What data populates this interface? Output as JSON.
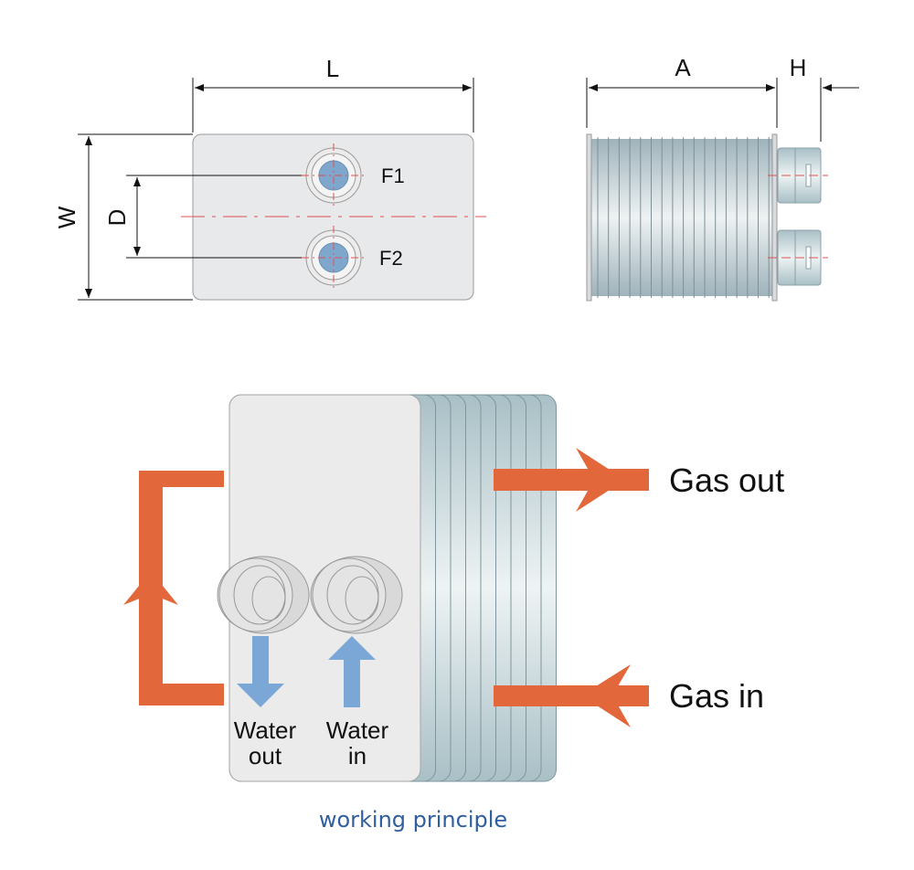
{
  "top_view": {
    "dim_length": "L",
    "dim_width": "W",
    "dim_port_spacing": "D",
    "port_1": "F1",
    "port_2": "F2"
  },
  "side_view": {
    "dim_body": "A",
    "dim_connector": "H"
  },
  "working_diagram": {
    "gas_out": "Gas out",
    "gas_in": "Gas in",
    "water_out_line1": "Water",
    "water_out_line2": "out",
    "water_in_line1": "Water",
    "water_in_line2": "in"
  },
  "caption": "working principle",
  "colors": {
    "gas_arrow": "#e2683c",
    "water_arrow": "#7aa7d6",
    "port_fill": "#7fa6cc",
    "caption": "#2f5f9e",
    "centerline": "#e05050"
  }
}
